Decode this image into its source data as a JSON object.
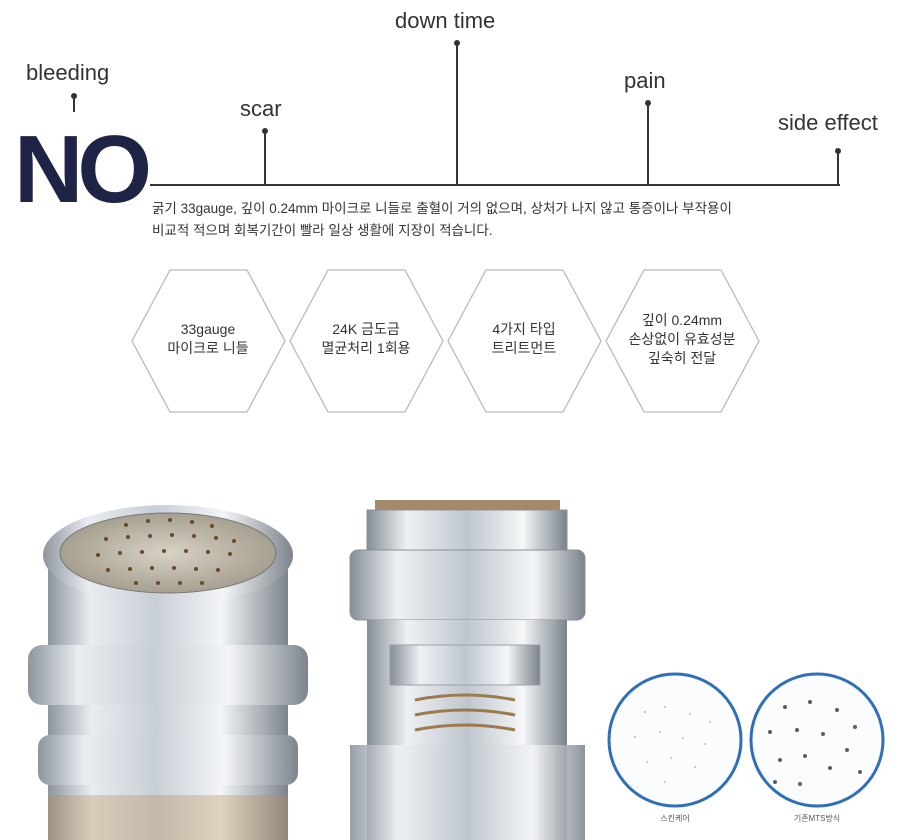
{
  "headline": "NO",
  "timeline": {
    "labels": {
      "bleeding": "bleeding",
      "scar": "scar",
      "down_time": "down time",
      "pain": "pain",
      "side_effect": "side effect"
    }
  },
  "description": {
    "line1": "굵기 33gauge, 깊이 0.24mm 마이크로 니들로 출혈이 거의 없으며, 상처가 나지 않고 통증이나 부작용이",
    "line2": "비교적 적으며 회복기간이 빨라 일상 생활에 지장이 적습니다."
  },
  "features": [
    {
      "line1": "33gauge",
      "line2": "마이크로 니들",
      "line3": ""
    },
    {
      "line1": "24K 금도금",
      "line2": "멸균처리 1회용",
      "line3": ""
    },
    {
      "line1": "4가지 타입",
      "line2": "트리트먼트",
      "line3": ""
    },
    {
      "line1": "깊이 0.24mm",
      "line2": "손상없이 유효성분",
      "line3": "깊숙히 전달"
    }
  ],
  "comparison": {
    "left_caption": "스킨케어",
    "right_caption": "기존MTS방식"
  },
  "colors": {
    "headline": "#1f2447",
    "circle_border": "#2f6fb8",
    "line": "#333333"
  }
}
